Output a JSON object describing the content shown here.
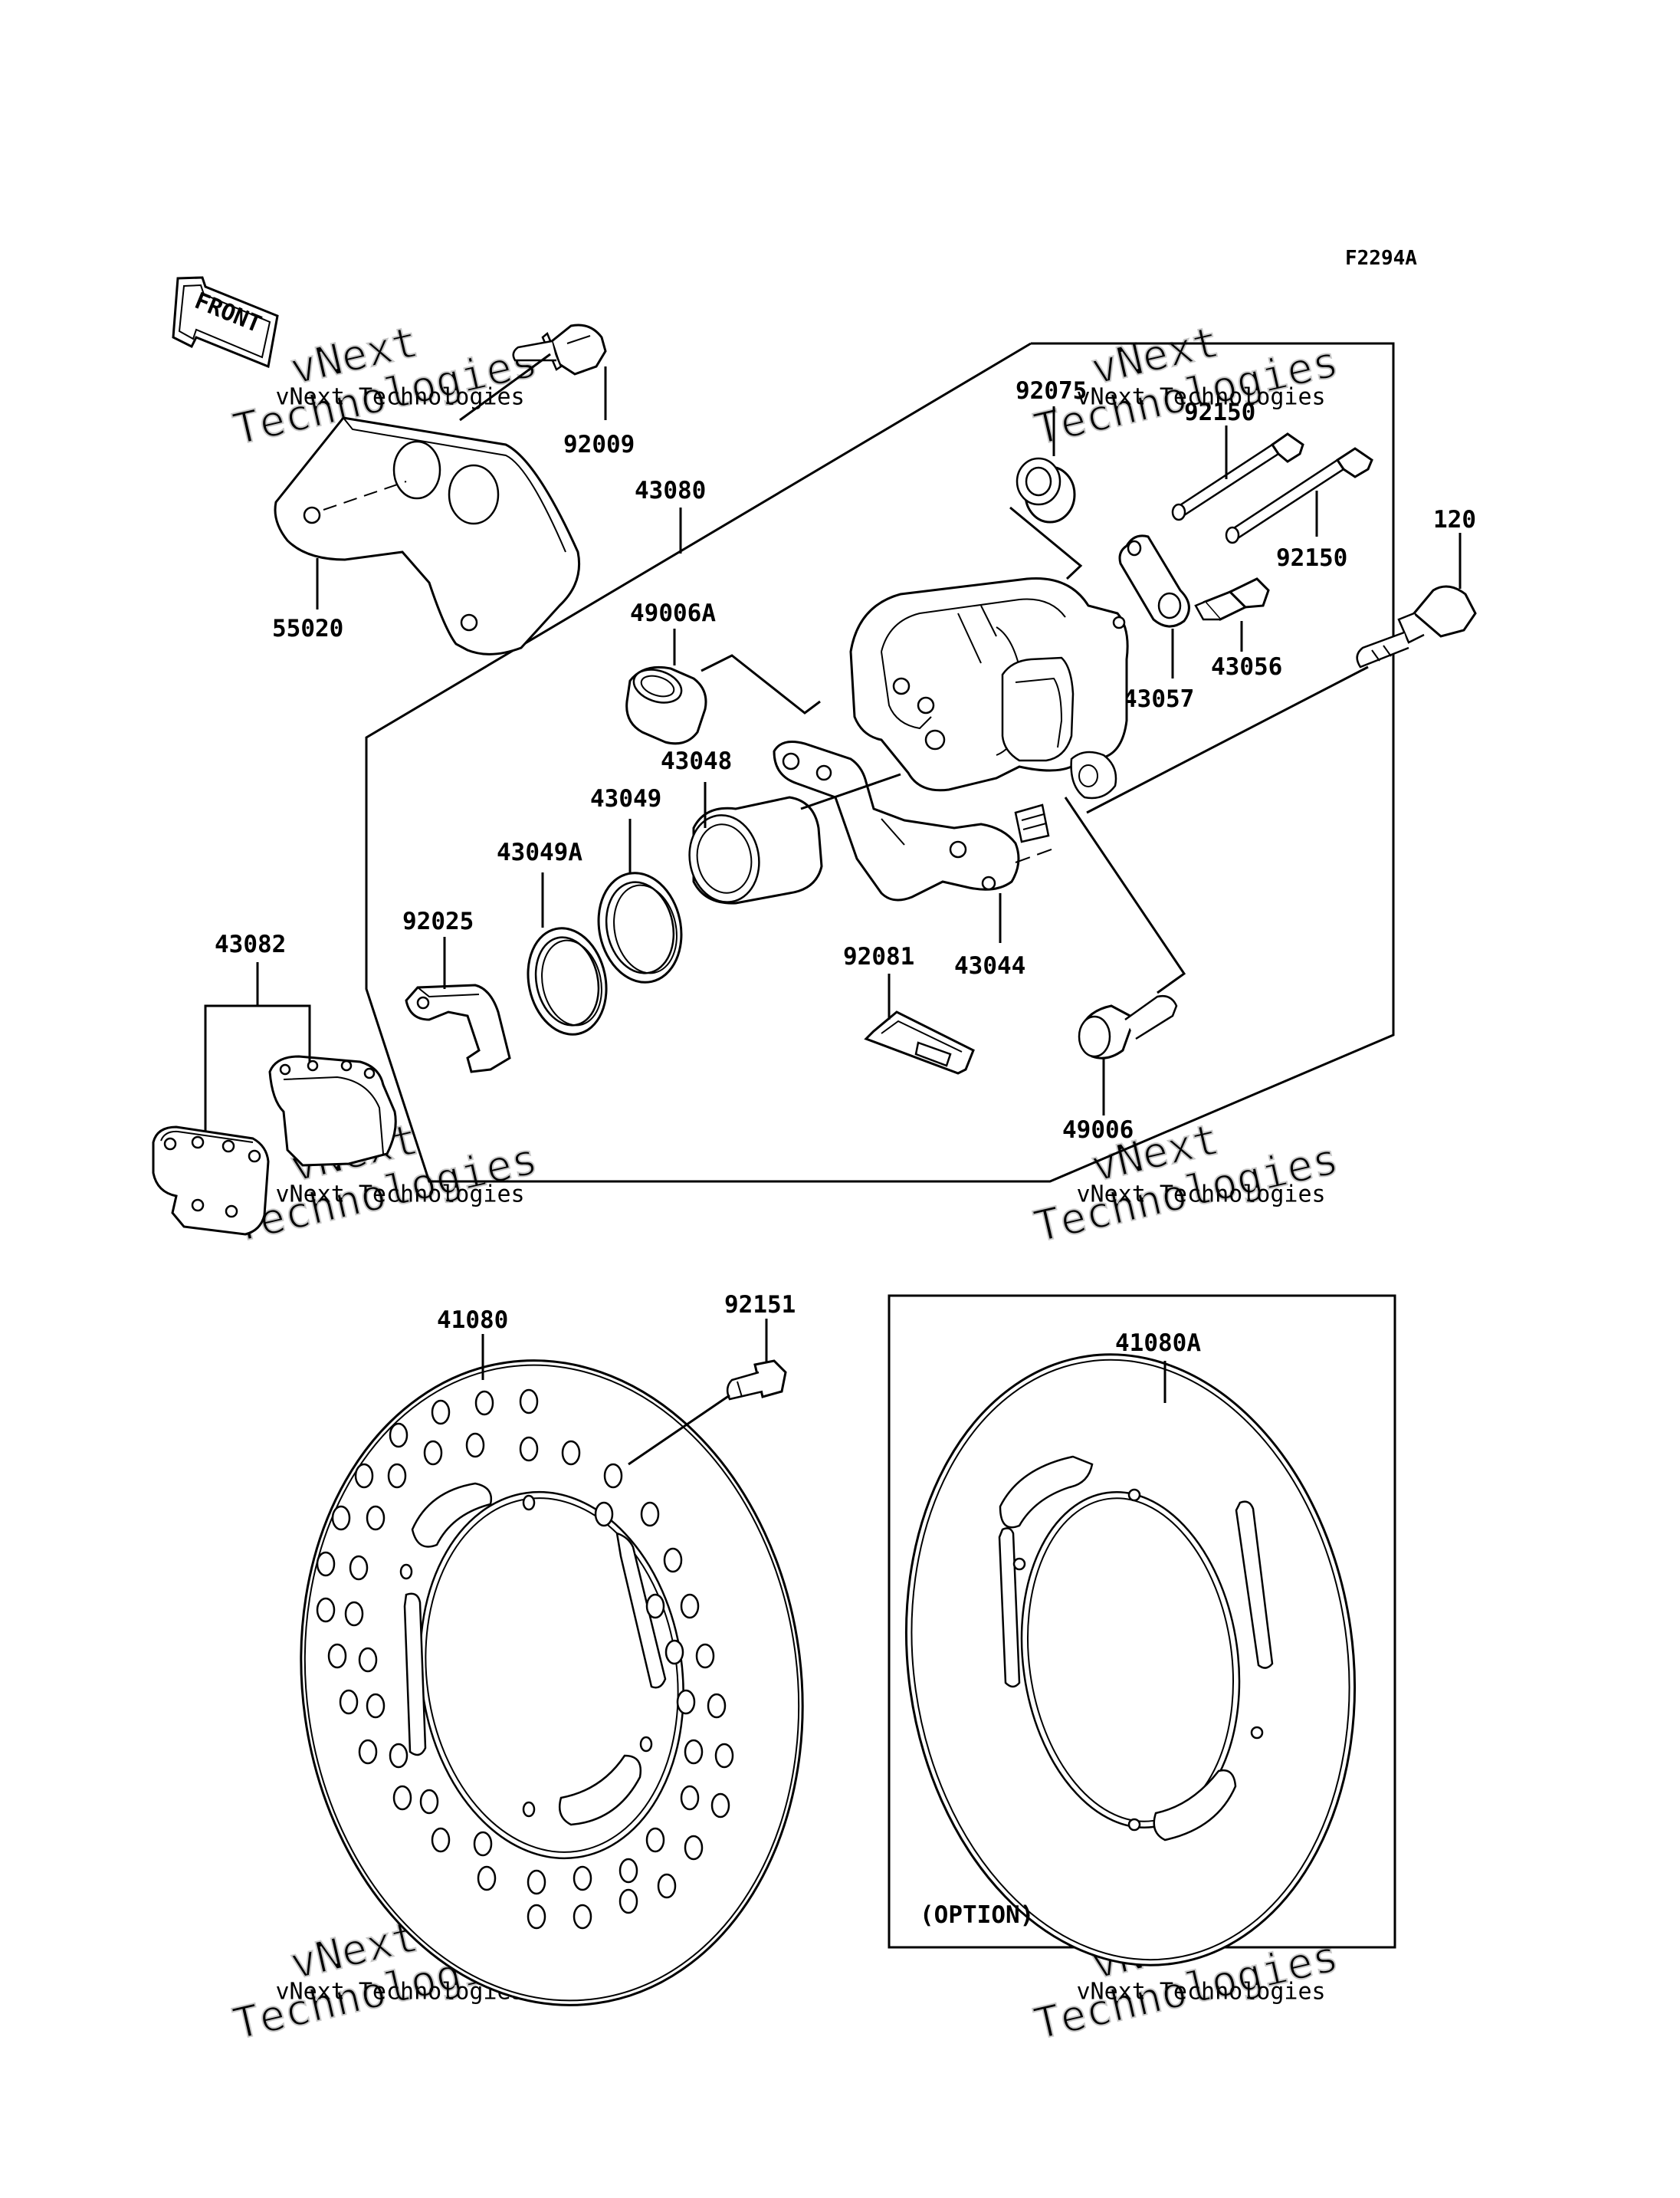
{
  "figure_code": "F2294A",
  "front_marker": "FRONT",
  "option_label": "(OPTION)",
  "watermark": {
    "brand": "vNext",
    "word": "Technologies",
    "full": "vNext Technologies"
  },
  "parts": [
    {
      "id": "92009",
      "label": "92009"
    },
    {
      "id": "55020",
      "label": "55020"
    },
    {
      "id": "43080",
      "label": "43080"
    },
    {
      "id": "92075",
      "label": "92075"
    },
    {
      "id": "92150-a",
      "label": "92150"
    },
    {
      "id": "92150-b",
      "label": "92150"
    },
    {
      "id": "120",
      "label": "120"
    },
    {
      "id": "49006A",
      "label": "49006A"
    },
    {
      "id": "43057",
      "label": "43057"
    },
    {
      "id": "43056",
      "label": "43056"
    },
    {
      "id": "43048",
      "label": "43048"
    },
    {
      "id": "43049",
      "label": "43049"
    },
    {
      "id": "43049A",
      "label": "43049A"
    },
    {
      "id": "92025",
      "label": "92025"
    },
    {
      "id": "43082",
      "label": "43082"
    },
    {
      "id": "92081",
      "label": "92081"
    },
    {
      "id": "43044",
      "label": "43044"
    },
    {
      "id": "49006",
      "label": "49006"
    },
    {
      "id": "41080",
      "label": "41080"
    },
    {
      "id": "92151",
      "label": "92151"
    },
    {
      "id": "41080A",
      "label": "41080A"
    }
  ]
}
